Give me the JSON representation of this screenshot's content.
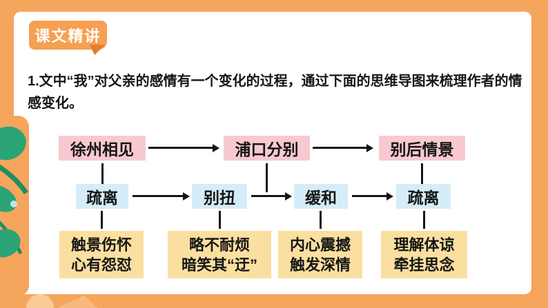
{
  "slide": {
    "badge_label": "课文精讲",
    "question": "1.文中“我”对父亲的感情有一个变化的过程，通过下面的思维导图来梳理作者的情感变化。"
  },
  "colors": {
    "frame": "#F6A55C",
    "badge": "#F6A052",
    "fold": "#DE812F",
    "pink": "#F8C9D0",
    "blue": "#D5EDF8",
    "yellow": "#FBDFA0",
    "leaf": "#2AA474",
    "leaf-dark": "#1E8E63",
    "flower": "#BFE3EE",
    "petal": "#FBCB97",
    "line": "#151515",
    "text": "#151515"
  },
  "flowchart": {
    "stages": [
      "徐州相见",
      "浦口分别",
      "别后情景"
    ],
    "emotions": [
      "疏离",
      "别扭",
      "缓和",
      "疏离"
    ],
    "details": [
      {
        "line1": "触景伤怀",
        "line2": "心有怨怼"
      },
      {
        "line1": "略不耐烦",
        "line2": "暗笑其“迂”"
      },
      {
        "line1": "内心震撼",
        "line2": "触发深情"
      },
      {
        "line1": "理解体谅",
        "line2": "牵挂思念"
      }
    ]
  }
}
